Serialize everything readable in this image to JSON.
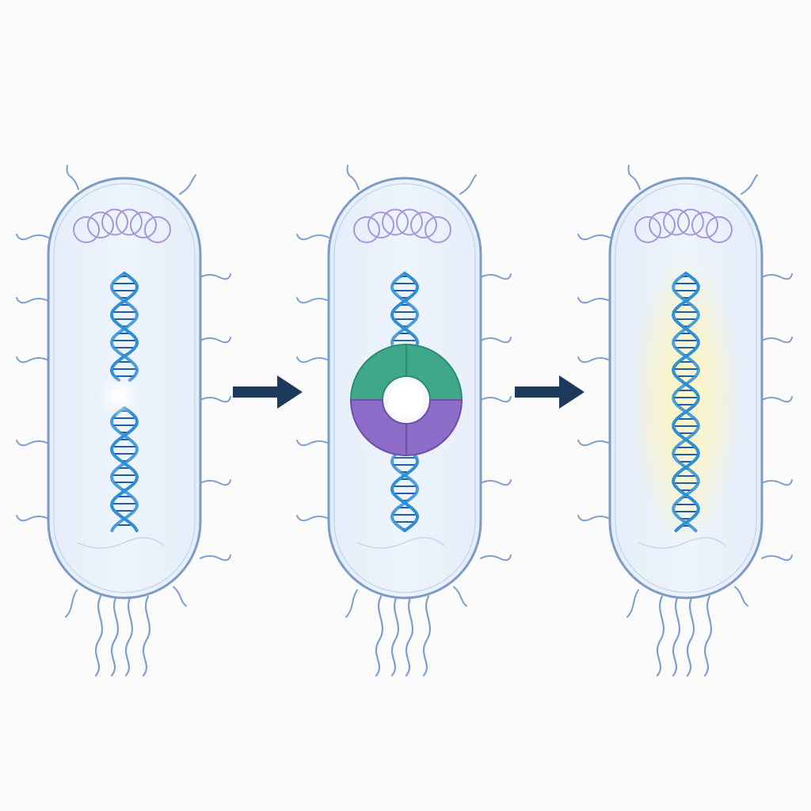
{
  "diagram": {
    "panels": [
      {
        "state": "broken-dna",
        "has_repair_complex": false,
        "has_glow": false
      },
      {
        "state": "repair-complex-bound",
        "has_repair_complex": true,
        "has_glow": false
      },
      {
        "state": "repaired-dna",
        "has_repair_complex": false,
        "has_glow": true
      }
    ],
    "arrows": 2,
    "colors": {
      "background": "#fbfbfc",
      "cell_fill": "#e9f1fb",
      "cell_outline": "#7d9cc4",
      "flagella": "#7ea0cc",
      "dna_strand": "#2f8fd6",
      "dna_rung": "#1f5fa8",
      "plasmid": "#a995dc",
      "complex_top": "#3fa88b",
      "complex_bottom": "#8e6cc9",
      "arrow": "#1d3a5c",
      "glow": "#fff3b0"
    }
  }
}
